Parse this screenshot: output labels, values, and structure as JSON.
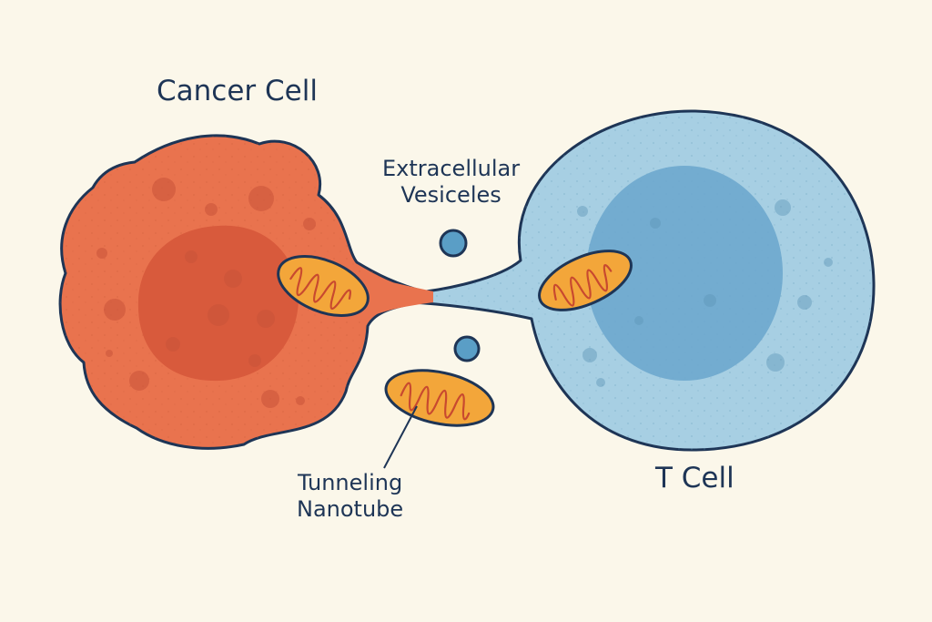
{
  "labels": {
    "cancer_cell": "Cancer Cell",
    "t_cell": "T Cell",
    "extracellular_vesicles": [
      "Extracellular",
      "Vesiceles"
    ],
    "tunneling_nanotube": [
      "Tunneling",
      "Nanotube"
    ]
  },
  "colors": {
    "background": "#fbf7ea",
    "cancer_body": "#e9734e",
    "cancer_nucleus": "#d85a3c",
    "t_body": "#a7cfe3",
    "t_nucleus": "#6aa6cc",
    "outline": "#1e3556",
    "mitochondria": "#f3a63a",
    "vesicle": "#5a9ec6"
  },
  "icons": [
    "mitochondrion-icon",
    "vesicle-icon"
  ]
}
